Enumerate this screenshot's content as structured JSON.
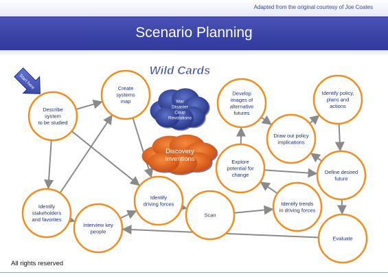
{
  "attribution": "Adapted from the original courtesy of Joe Coates",
  "title": "Scenario Planning",
  "wild_cards_label": "Wild Cards",
  "start_here_label": "Start here",
  "footer": "All rights reserved",
  "colors": {
    "title_bar": "#3a43a6",
    "node_stroke": "#f28c1e",
    "arrow": "#8a8a8a",
    "cloud_blue": "#2d3f9a",
    "cloud_orange": "#e2611a",
    "wild_cards_text": "#3a4aa8",
    "start_arrow": "#3e52b8"
  },
  "nodes": [
    {
      "id": "describe",
      "lines": [
        "Describe",
        "system",
        "to be studied"
      ]
    },
    {
      "id": "create_map",
      "lines": [
        "Create",
        "systems",
        "map"
      ]
    },
    {
      "id": "identify_stakeholders",
      "lines": [
        "Identify",
        "stakeholders",
        "and favorites"
      ]
    },
    {
      "id": "interview",
      "lines": [
        "Interview key",
        "people"
      ]
    },
    {
      "id": "driving_forces",
      "lines": [
        "Identify",
        "driving forces"
      ]
    },
    {
      "id": "scan",
      "lines": [
        "Scan"
      ]
    },
    {
      "id": "explore",
      "lines": [
        "Explore",
        "potential for",
        "change"
      ]
    },
    {
      "id": "develop_images",
      "lines": [
        "Develop",
        "images of",
        "alternative",
        "futures"
      ]
    },
    {
      "id": "draw_out",
      "lines": [
        "Draw out policy",
        "implications"
      ]
    },
    {
      "id": "identify_policy",
      "lines": [
        "Identify policy,",
        "plans and",
        "actions"
      ]
    },
    {
      "id": "define_future",
      "lines": [
        "Define desired",
        "future"
      ]
    },
    {
      "id": "identify_trends",
      "lines": [
        "Identify trends",
        "in driving forces"
      ]
    },
    {
      "id": "evaluate",
      "lines": [
        "Evaluate"
      ]
    }
  ],
  "clouds": [
    {
      "id": "wildcards_blue",
      "lines": [
        "War",
        "Disaster",
        "Coup",
        "Revolutions"
      ]
    },
    {
      "id": "wildcards_orange",
      "lines": [
        "Discovery",
        "Inventions"
      ]
    }
  ],
  "edges": [
    [
      "describe",
      "create_map"
    ],
    [
      "describe",
      "identify_stakeholders"
    ],
    [
      "describe",
      "driving_forces"
    ],
    [
      "create_map",
      "driving_forces"
    ],
    [
      "identify_stakeholders",
      "interview"
    ],
    [
      "identify_stakeholders",
      "create_map"
    ],
    [
      "interview",
      "driving_forces"
    ],
    [
      "driving_forces",
      "scan"
    ],
    [
      "scan",
      "identify_trends"
    ],
    [
      "identify_trends",
      "explore"
    ],
    [
      "explore",
      "develop_images"
    ],
    [
      "explore",
      "define_future"
    ],
    [
      "develop_images",
      "draw_out"
    ],
    [
      "draw_out",
      "identify_policy"
    ],
    [
      "identify_policy",
      "define_future"
    ],
    [
      "define_future",
      "draw_out"
    ],
    [
      "define_future",
      "evaluate"
    ],
    [
      "evaluate",
      "interview"
    ]
  ]
}
